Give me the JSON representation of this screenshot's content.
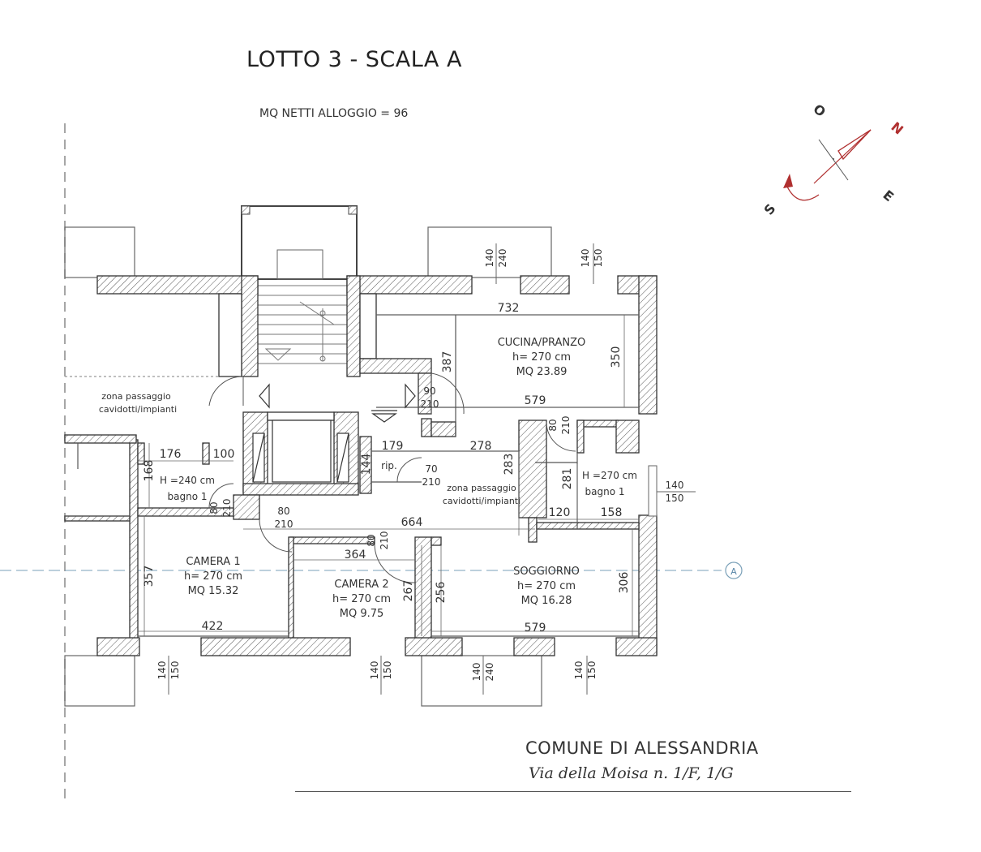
{
  "title": "LOTTO 3 - SCALA A",
  "subtitle": "MQ NETTI ALLOGGIO = 96",
  "footer": {
    "line1": "COMUNE DI ALESSANDRIA",
    "line2": "Via della Moisa n. 1/F, 1/G"
  },
  "compass": {
    "n": "N",
    "e": "E",
    "s": "S",
    "o": "O",
    "accent": "#b03030"
  },
  "section_marker": "A",
  "rooms": {
    "cucina": {
      "name": "CUCINA/PRANZO",
      "height": "h= 270 cm",
      "area": "MQ 23.89"
    },
    "camera1": {
      "name": "CAMERA 1",
      "height": "h= 270 cm",
      "area": "MQ 15.32"
    },
    "camera2": {
      "name": "CAMERA 2",
      "height": "h= 270 cm",
      "area": "MQ 9.75"
    },
    "soggiorno": {
      "name": "SOGGIORNO",
      "height": "h= 270 cm",
      "area": "MQ 16.28"
    },
    "bagno_left": {
      "name": "bagno 1",
      "height": "H =240 cm"
    },
    "bagno_right": {
      "name": "bagno 1",
      "height": "H =270 cm"
    },
    "rip": {
      "name": "rip."
    }
  },
  "zones": {
    "left": [
      "zona passaggio",
      "cavidotti/impianti"
    ],
    "center": [
      "zona passaggio",
      "cavidotti/impianti"
    ]
  },
  "dimensions": {
    "d732": "732",
    "d350": "350",
    "d387": "387",
    "d579a": "579",
    "d579b": "579",
    "d278": "278",
    "d283": "283",
    "d179": "179",
    "d176": "176",
    "d100": "100",
    "d168": "168",
    "d144": "144",
    "d664": "664",
    "d364": "364",
    "d357": "357",
    "d422": "422",
    "d267": "267",
    "d256": "256",
    "d306": "306",
    "d281": "281",
    "d120": "120",
    "d158": "158"
  },
  "openings": {
    "win_top1": [
      "140",
      "240"
    ],
    "win_top2": [
      "140",
      "150"
    ],
    "win_right": [
      "140",
      "150"
    ],
    "win_bot1": [
      "140",
      "150"
    ],
    "win_bot2": [
      "140",
      "150"
    ],
    "win_bot3": [
      "140",
      "240"
    ],
    "win_bot4": [
      "140",
      "150"
    ],
    "door_entry": [
      "90",
      "210"
    ],
    "door_kitchen": [
      "80",
      "210"
    ],
    "door_rip": [
      "70",
      "210"
    ],
    "door_bagno_l": [
      "80",
      "210"
    ],
    "door_corr": [
      "80",
      "210"
    ],
    "door_cam2": [
      "80",
      "210"
    ]
  }
}
